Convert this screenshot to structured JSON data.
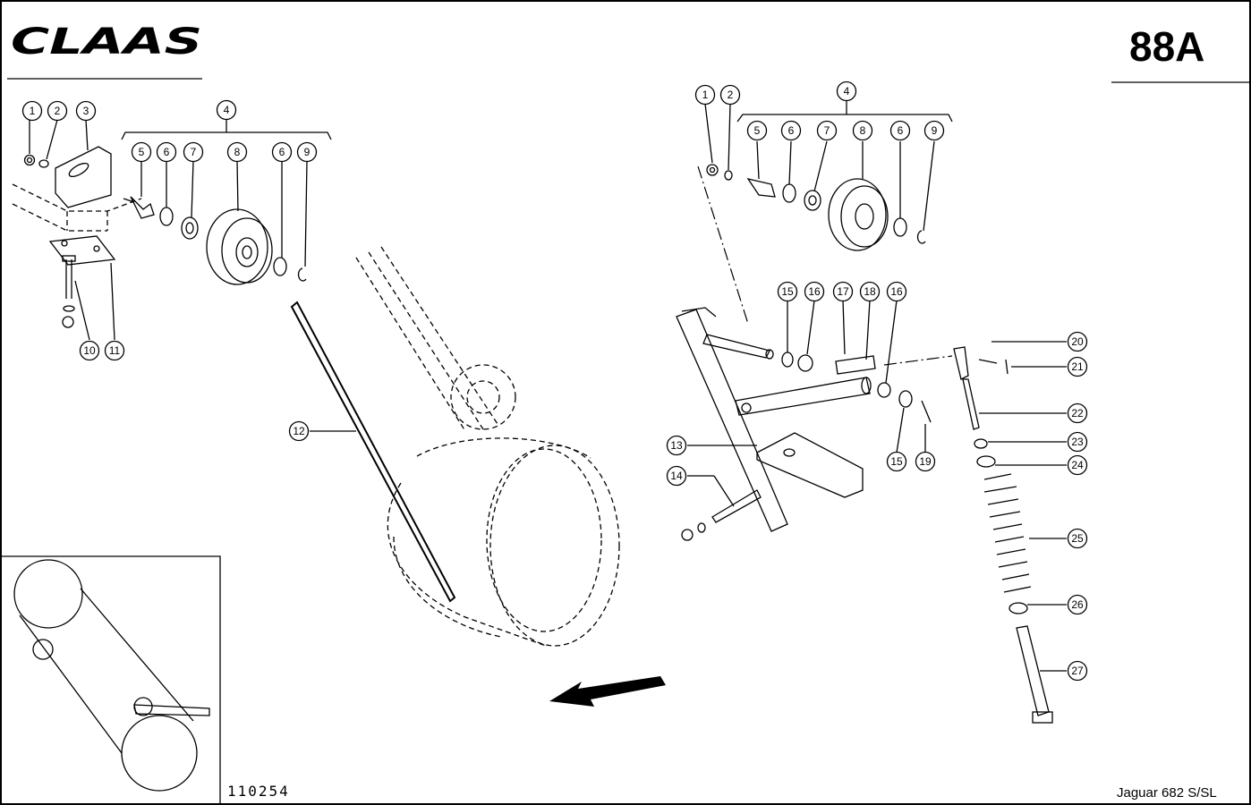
{
  "header": {
    "logo": "CLAAS",
    "page_code": "88A"
  },
  "footer": {
    "drawing_number": "110254",
    "model": "Jaguar 682 S/SL"
  },
  "callouts_left": [
    "1",
    "2",
    "3",
    "4",
    "5",
    "6",
    "7",
    "8",
    "6",
    "9",
    "10",
    "11",
    "12"
  ],
  "callouts_right": [
    "1",
    "2",
    "4",
    "5",
    "6",
    "7",
    "8",
    "6",
    "9",
    "13",
    "14",
    "15",
    "16",
    "17",
    "18",
    "16",
    "15",
    "19",
    "20",
    "21",
    "22",
    "23",
    "24",
    "25",
    "26",
    "27"
  ]
}
